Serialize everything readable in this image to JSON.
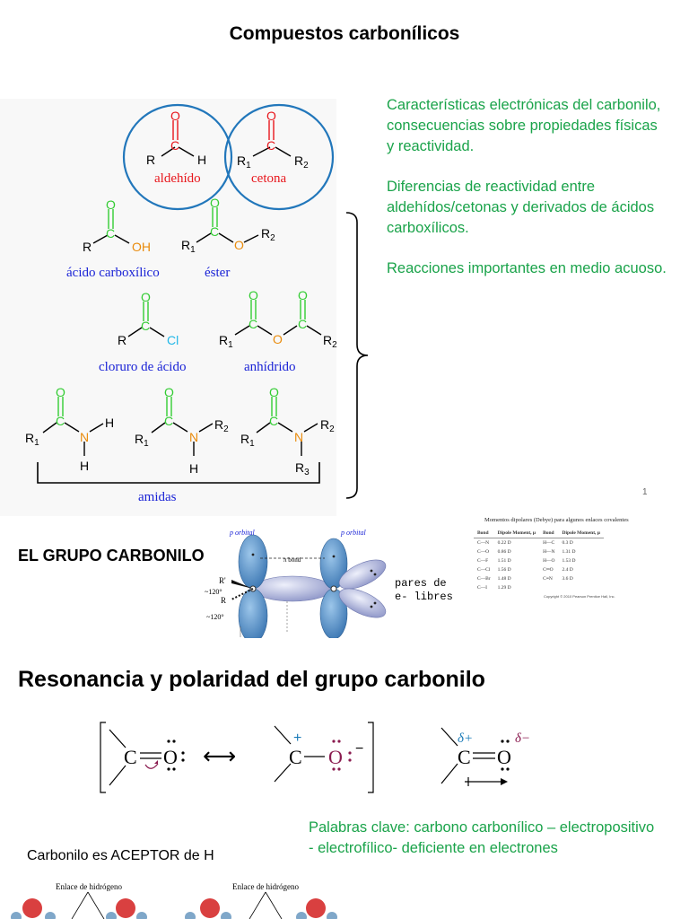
{
  "title": "Compuestos carbonílicos",
  "notes": {
    "p1": "Características electrónicas del carbonilo,",
    "p1b": "consecuencias sobre propiedades físicas",
    "p1c": "y reactividad.",
    "p2": "Diferencias de reactividad entre",
    "p2b": "aldehídos/cetonas y derivados de ácidos",
    "p2c": "carboxílicos.",
    "p3": "Reacciones importantes en medio acuoso."
  },
  "structures": {
    "aldehido": "aldehído",
    "cetona": "cetona",
    "acido": "ácido carboxílico",
    "ester": "éster",
    "cloruro": "cloruro de ácido",
    "anhidrido": "anhídrido",
    "amidas": "amidas",
    "page": "1"
  },
  "atoms": {
    "O": "O",
    "C": "C",
    "H": "H",
    "R": "R",
    "R1": "R",
    "R2": "R",
    "R3": "R",
    "OH": "OH",
    "Cl": "Cl",
    "N": "N",
    "sub1": "1",
    "sub2": "2",
    "sub3": "3"
  },
  "carbonyl": {
    "section": "EL GRUPO CARBONILO",
    "p_orbital_left": "p orbital",
    "p_orbital_right": "p orbital",
    "pi_bond": "π bond",
    "angle1": "~120°",
    "angle2": "~120°",
    "r_prime": "R'",
    "r": "R",
    "pares1": "pares de",
    "pares2": "e- libres"
  },
  "dipole_table": {
    "title": "Momentos dipolares (Debye) para algunos enlaces covalentes",
    "headers": [
      "Bond",
      "Dipole Moment, μ",
      "Bond",
      "Dipole Moment, μ"
    ],
    "rows": [
      [
        "C—N",
        "0.22 D",
        "H—C",
        "0.3 D"
      ],
      [
        "C—O",
        "0.86 D",
        "H—N",
        "1.31 D"
      ],
      [
        "C—F",
        "1.51 D",
        "H—O",
        "1.53 D"
      ],
      [
        "C—Cl",
        "1.56 D",
        "C═O",
        "2.4 D"
      ],
      [
        "C—Br",
        "1.48 D",
        "C≡N",
        "3.6 D"
      ],
      [
        "C—I",
        "1.29 D",
        "",
        ""
      ]
    ],
    "copyright": "Copyright © 2010 Pearson Prentice Hall, Inc."
  },
  "resonance": {
    "heading": "Resonancia y polaridad del grupo carbonilo",
    "plus": "+",
    "minus": "−",
    "delta_plus": "δ+",
    "delta_minus": "δ−",
    "arrow": "⟷"
  },
  "keywords": {
    "line1": "Palabras clave: carbono carbonílico – electropositivo",
    "line2": "- electrofílico- deficiente en electrones"
  },
  "acceptor": "Carbonilo es ACEPTOR de H",
  "hbond": {
    "left": "Enlace de hidrógeno",
    "right": "Enlace de hidrógeno"
  },
  "colors": {
    "oxygen": "#e8161c",
    "carbon_acid": "#33cc33",
    "nitrogen_orange": "#e98b0c",
    "chlorine": "#22b8e8",
    "circle": "#2277bb",
    "note_green": "#1aa34a",
    "label_blue": "#1a23d6"
  }
}
